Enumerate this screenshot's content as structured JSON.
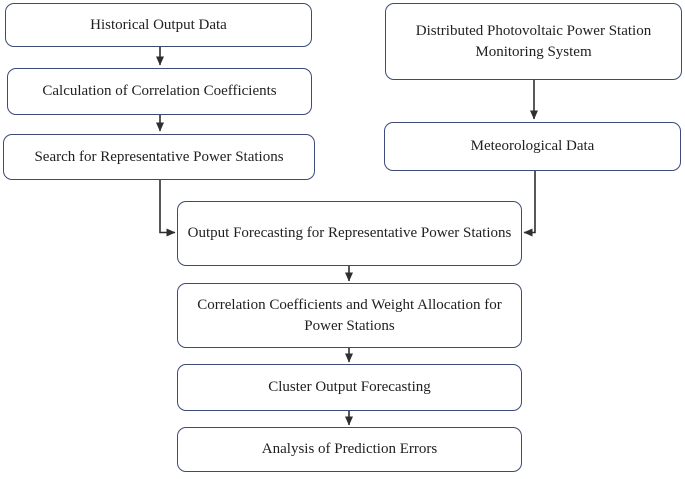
{
  "colors": {
    "box_border": "#3d4a7a",
    "box_fill": "#ffffff",
    "text": "#1f1f1f",
    "arrow": "#2f2f2f",
    "background": "#ffffff"
  },
  "nodes": {
    "historical": {
      "label": "Historical Output Data"
    },
    "calc_corr": {
      "label": "Calculation of Correlation Coefficients"
    },
    "search_rep": {
      "label": "Search for Representative Power Stations"
    },
    "monitoring": {
      "label": "Distributed Photovoltaic Power Station Monitoring System"
    },
    "meteorological": {
      "label": "Meteorological Data"
    },
    "output_forecast": {
      "label": "Output Forecasting for Representative Power Stations"
    },
    "weight_alloc": {
      "label": "Correlation Coefficients and Weight Allocation for Power Stations"
    },
    "cluster": {
      "label": "Cluster Output Forecasting"
    },
    "errors": {
      "label": "Analysis of Prediction Errors"
    }
  },
  "edges": [
    "historical -> calc_corr",
    "calc_corr -> search_rep",
    "search_rep -> output_forecast",
    "monitoring -> meteorological",
    "meteorological -> output_forecast",
    "output_forecast -> weight_alloc",
    "weight_alloc -> cluster",
    "cluster -> errors"
  ]
}
